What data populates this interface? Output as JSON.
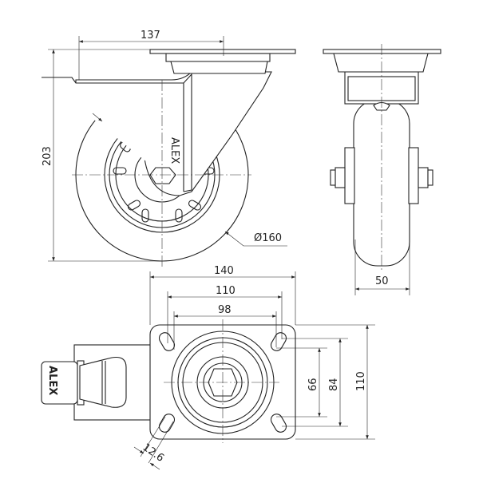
{
  "drawing": {
    "brand_logo": "ALEX",
    "side_view": {
      "dim_offset": "137",
      "dim_height": "203",
      "dim_wheel_diameter": "Ø160"
    },
    "front_view": {
      "dim_wheel_width": "50"
    },
    "top_view": {
      "dim_plate_width": "140",
      "dim_hole_spacing_outer": "110",
      "dim_hole_spacing_inner": "98",
      "dim_hole_vertical_inner": "66",
      "dim_hole_vertical_outer": "84",
      "dim_plate_depth": "110",
      "dim_slot_width": "12.6"
    }
  }
}
